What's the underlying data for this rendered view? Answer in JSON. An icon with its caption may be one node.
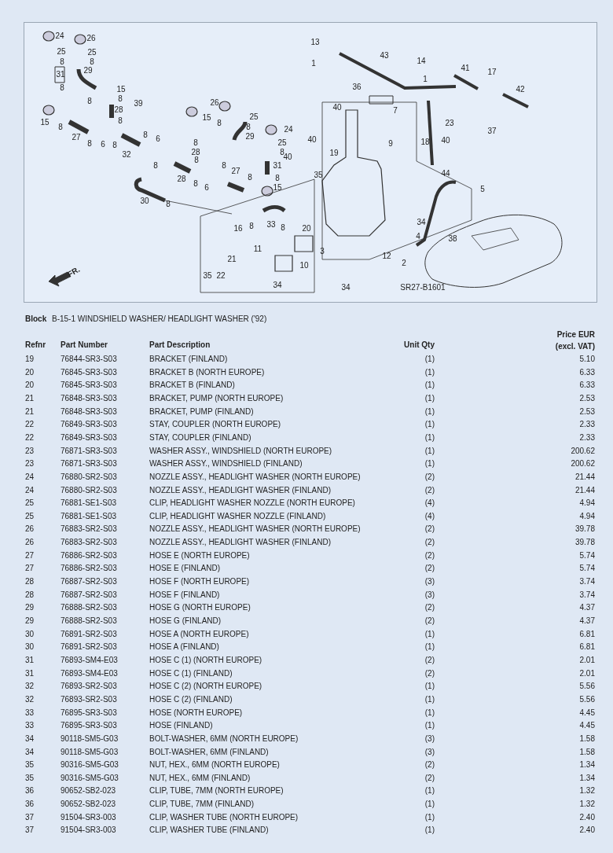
{
  "diagram": {
    "title": "B-15-1 WINDSHIELD WASHER/ HEADLIGHT WASHER ('92)",
    "labels": [
      "24",
      "26",
      "25",
      "25",
      "8",
      "8",
      "31",
      "29",
      "8",
      "15",
      "8",
      "8",
      "28",
      "39",
      "15",
      "8",
      "8",
      "27",
      "8",
      "6",
      "8",
      "8",
      "6",
      "32",
      "26",
      "15",
      "25",
      "8",
      "8",
      "29",
      "24",
      "8",
      "28",
      "25",
      "8",
      "8",
      "8",
      "28",
      "8",
      "6",
      "8",
      "27",
      "8",
      "31",
      "8",
      "15",
      "30",
      "8",
      "40",
      "35",
      "16",
      "8",
      "33",
      "8",
      "20",
      "11",
      "10",
      "35",
      "22",
      "21",
      "34",
      "13",
      "1",
      "43",
      "36",
      "14",
      "1",
      "41",
      "17",
      "42",
      "40",
      "7",
      "23",
      "9",
      "18",
      "40",
      "37",
      "40",
      "19",
      "44",
      "5",
      "34",
      "4",
      "38",
      "3",
      "12",
      "2",
      "34",
      "SR27-B1601",
      "FR.",
      "Block",
      "Refnr",
      "Part Number",
      "Part Description",
      "Unit Qty",
      "Price EUR (excl. VAT)",
      "19",
      "76844-SR3-S03",
      "BRACKET (FINLAND)",
      "(1)",
      "5.10",
      "20",
      "76845-SR3-S03",
      "BRACKET B (NORTH EUROPE)",
      "(1)",
      "6.33",
      "20",
      "76845-SR3-S03",
      "BRACKET B (FINLAND)",
      "(1)",
      "6.33",
      "21",
      "76848-SR3-S03",
      "BRACKET, PUMP (NORTH EUROPE)",
      "(1)",
      "2.53",
      "21",
      "76848-SR3-S03",
      "BRACKET, PUMP (FINLAND)",
      "(1)",
      "2.53",
      "22",
      "76849-SR3-S03",
      "STAY, COUPLER (NORTH EUROPE)",
      "(1)",
      "2.33",
      "22",
      "76849-SR3-S03",
      "STAY, COUPLER (FINLAND)",
      "(1)",
      "2.33",
      "23",
      "76871-SR3-S03",
      "WASHER ASSY., WINDSHIELD (NORTH EUROPE)",
      "(1)",
      "200.62",
      "23",
      "76871-SR3-S03",
      "WASHER ASSY., WINDSHIELD (FINLAND)",
      "(1)",
      "200.62",
      "24",
      "76880-SR2-S03",
      "NOZZLE ASSY., HEADLIGHT WASHER (NORTH EUROPE)",
      "(2)",
      "21.44",
      "24",
      "76880-SR2-S03",
      "NOZZLE ASSY., HEADLIGHT WASHER (FINLAND)",
      "(2)",
      "21.44",
      "25",
      "76881-SE1-S03",
      "CLIP, HEADLIGHT WASHER NOZZLE (NORTH EUROPE)",
      "(4)",
      "4.94",
      "25",
      "76881-SE1-S03",
      "CLIP, HEADLIGHT WASHER NOZZLE (FINLAND)",
      "(4)",
      "4.94",
      "26",
      "76883-SR2-S03",
      "NOZZLE ASSY., HEADLIGHT WASHER (NORTH EUROPE)",
      "(2)",
      "39.78",
      "26",
      "76883-SR2-S03",
      "NOZZLE ASSY., HEADLIGHT WASHER (FINLAND)",
      "(2)",
      "39.78",
      "27",
      "76886-SR2-S03",
      "HOSE E (NORTH EUROPE)",
      "(2)",
      "5.74",
      "27",
      "76886-SR2-S03",
      "HOSE E (FINLAND)",
      "(2)",
      "5.74",
      "28",
      "76887-SR2-S03",
      "HOSE F (NORTH EUROPE)",
      "(3)",
      "3.74",
      "28",
      "76887-SR2-S03",
      "HOSE F (FINLAND)",
      "(3)",
      "3.74",
      "29",
      "76888-SR2-S03",
      "HOSE G (NORTH EUROPE)",
      "(2)",
      "4.37",
      "29",
      "76888-SR2-S03",
      "HOSE G (FINLAND)",
      "(2)",
      "4.37",
      "30",
      "76891-SR2-S03",
      "HOSE A (NORTH EUROPE)",
      "(1)",
      "6.81",
      "30",
      "76891-SR2-S03",
      "HOSE A (FINLAND)",
      "(1)",
      "6.81",
      "31",
      "76893-SM4-E03",
      "HOSE C (1) (NORTH EUROPE)",
      "(2)",
      "2.01",
      "31",
      "76893-SM4-E03",
      "HOSE C (1) (FINLAND)",
      "(2)",
      "2.01",
      "32",
      "76893-SR2-S03",
      "HOSE C (2) (NORTH EUROPE)",
      "(1)",
      "5.56",
      "32",
      "76893-SR2-S03",
      "HOSE C (2) (FINLAND)",
      "(1)",
      "5.56",
      "33",
      "76895-SR3-S03",
      "HOSE (NORTH EUROPE)",
      "(1)",
      "4.45",
      "33",
      "76895-SR3-S03",
      "HOSE (FINLAND)",
      "(1)",
      "4.45",
      "34",
      "90118-SM5-G03",
      "BOLT-WASHER, 6MM (NORTH EUROPE)",
      "(3)",
      "1.58",
      "34",
      "90118-SM5-G03",
      "BOLT-WASHER, 6MM (FINLAND)",
      "(3)",
      "1.58",
      "35",
      "90316-SM5-G03",
      "NUT, HEX., 6MM (NORTH EUROPE)",
      "(2)",
      "1.34",
      "35",
      "90316-SM5-G03",
      "NUT, HEX., 6MM (FINLAND)",
      "(2)",
      "1.34",
      "36",
      "90652-SB2-023",
      "CLIP, TUBE, 7MM (NORTH EUROPE)",
      "(1)",
      "1.32",
      "36",
      "90652-SB2-023",
      "CLIP, TUBE, 7MM (FINLAND)",
      "(1)",
      "1.32",
      "37",
      "91504-SR3-003",
      "CLIP, WASHER TUBE (NORTH EUROPE)",
      "(1)",
      "2.40",
      "37",
      "91504-SR3-003",
      "CLIP, WASHER TUBE (FINLAND)",
      "(1)",
      "2.40"
    ]
  }
}
